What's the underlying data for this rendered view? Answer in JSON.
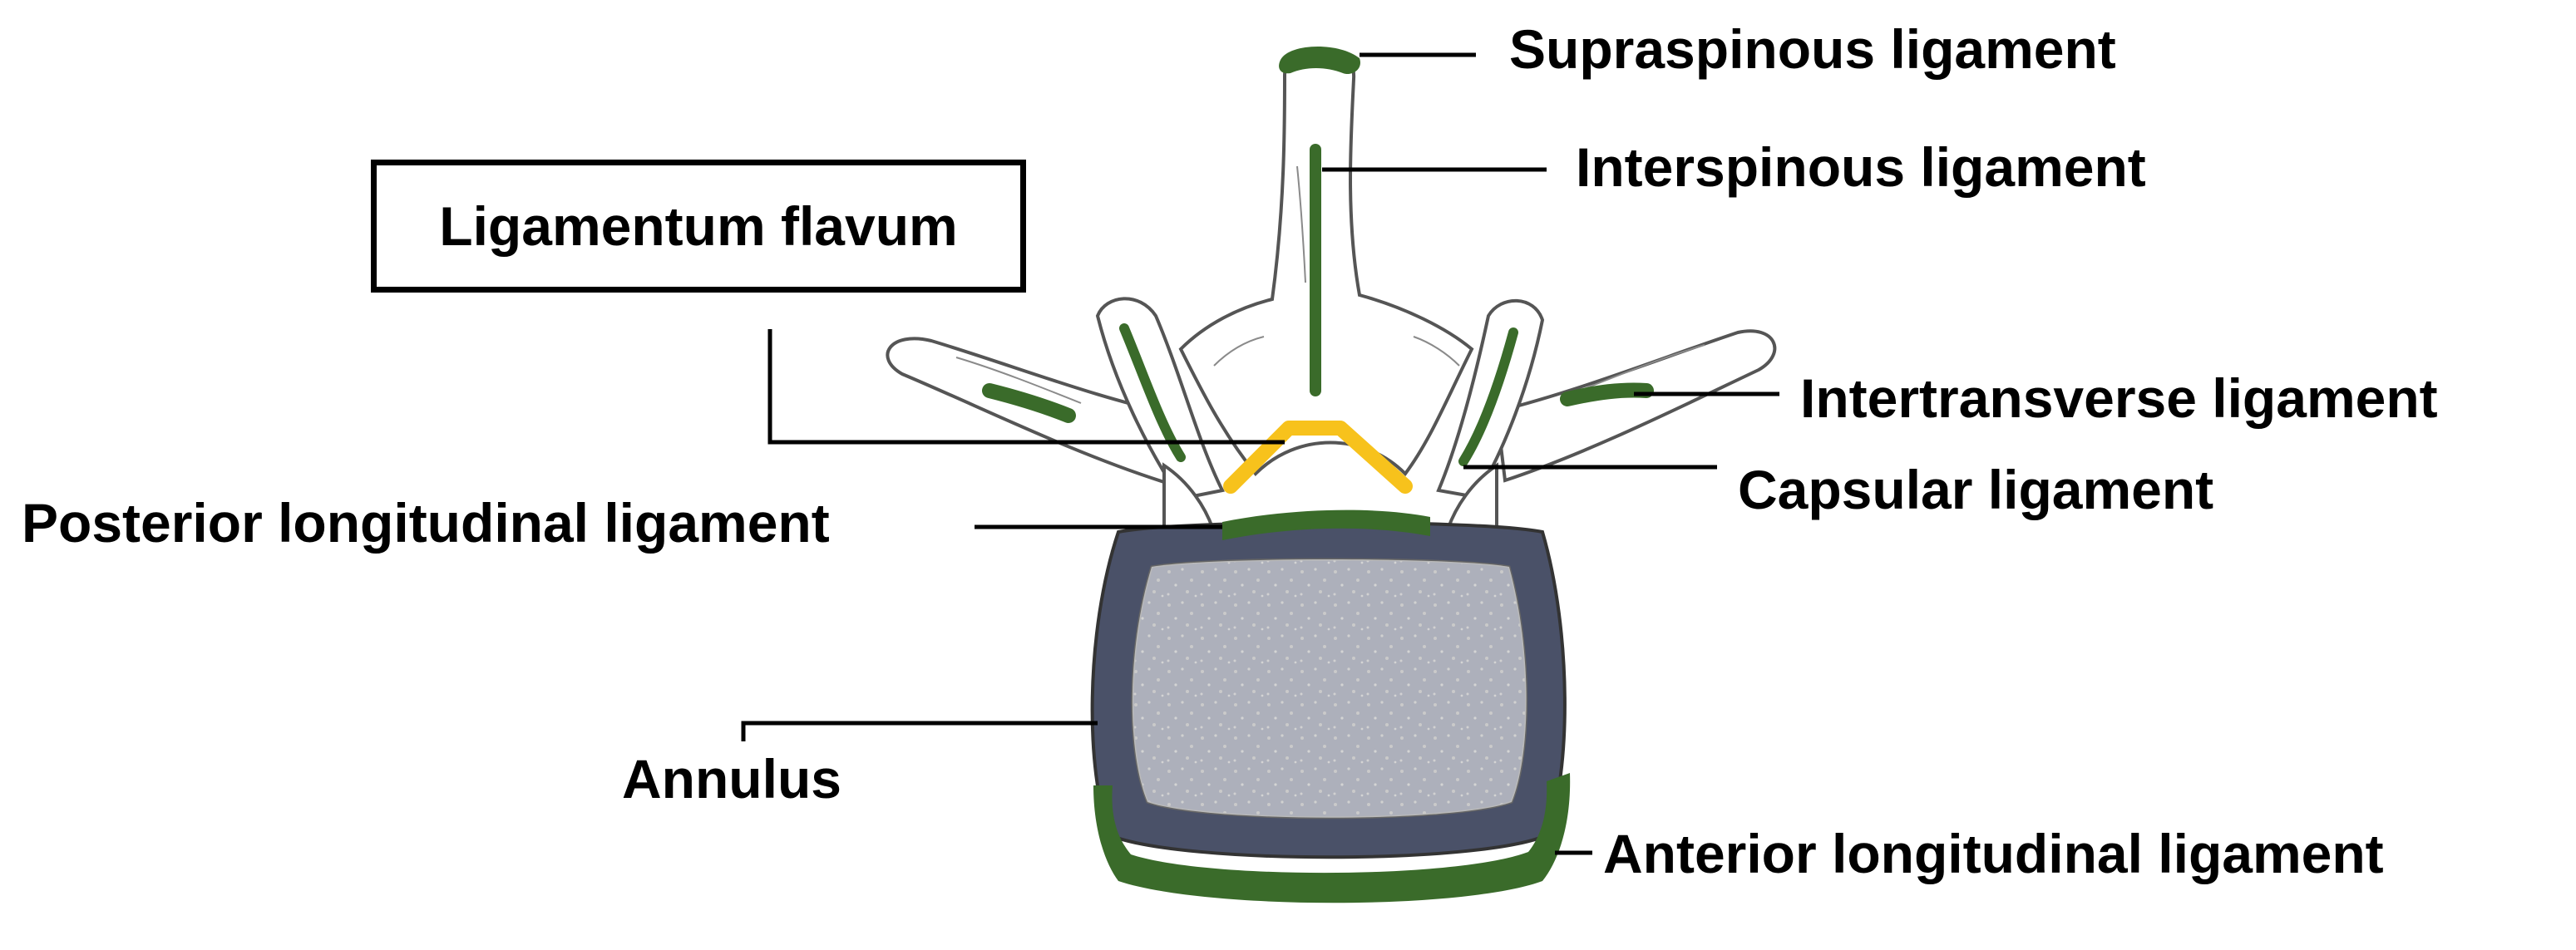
{
  "labels": {
    "supraspinous": "Supraspinous ligament",
    "interspinous": "Interspinous ligament",
    "ligamentum_flavum": "Ligamentum flavum",
    "intertransverse": "Intertransverse ligament",
    "capsular": "Capsular ligament",
    "posterior_longitudinal": "Posterior longitudinal ligament",
    "annulus": "Annulus",
    "anterior_longitudinal": "Anterior longitudinal ligament"
  },
  "colors": {
    "ligament_green": "#3a6b2a",
    "flavum_yellow": "#f7c21c",
    "annulus_slate": "#4a5168",
    "bone_outline": "#555555",
    "label_text": "#000000"
  }
}
